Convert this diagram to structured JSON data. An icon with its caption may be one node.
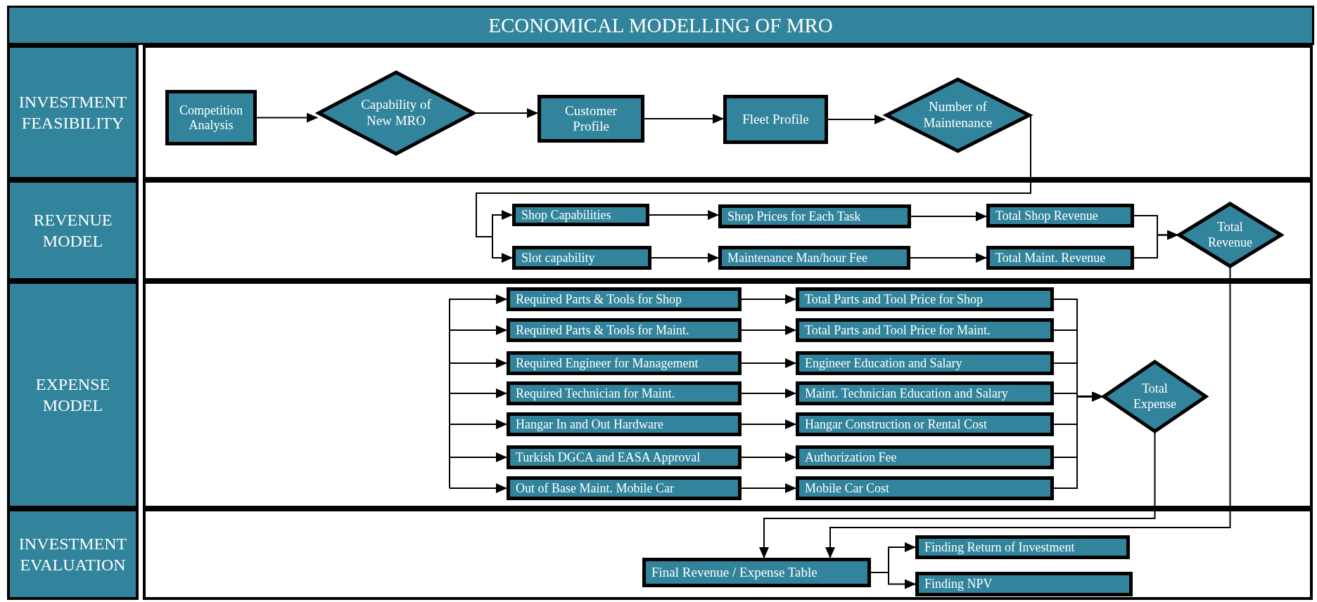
{
  "diagram": {
    "title": "ECONOMICAL MODELLING OF MRO",
    "nodes": [
      {
        "text": [
          "INVESTMENT FEASIBILITY"
        ]
      },
      {
        "text": [
          "Competition Analysis"
        ]
      },
      {
        "text": [
          "Capability of New MRO"
        ]
      },
      {
        "text": [
          "Customer Profile"
        ]
      },
      {
        "text": [
          "Fleet Profile"
        ]
      },
      {
        "text": [
          "Number of Maintenance"
        ]
      },
      {
        "text": [
          "REVENUE MODEL"
        ]
      },
      {
        "text": [
          "Shop Capabilities"
        ]
      },
      {
        "text": [
          "Shop Prices for Each Task"
        ]
      },
      {
        "text": [
          "Total Shop Revenue"
        ]
      },
      {
        "text": [
          "Slot capability"
        ]
      },
      {
        "text": [
          "Maintenance Man/hour Fee"
        ]
      },
      {
        "text": [
          "Total Maint. Revenue"
        ]
      },
      {
        "text": [
          "Total Revenue"
        ]
      },
      {
        "text": [
          "EXPENSE MODEL"
        ]
      },
      {
        "text": [
          "Required Parts & Tools for Shop"
        ]
      },
      {
        "text": [
          "Required Parts & Tools for Maint."
        ]
      },
      {
        "text": [
          "Required Engineer for Management"
        ]
      },
      {
        "text": [
          "Required Technician for Maint."
        ]
      },
      {
        "text": [
          "Hangar In and Out Hardware"
        ]
      },
      {
        "text": [
          "Turkish DGCA and EASA Approval"
        ]
      },
      {
        "text": [
          "Out of Base Maint. Mobile Car"
        ]
      },
      {
        "text": [
          "Total Parts and Tool Price for Shop"
        ]
      },
      {
        "text": [
          "Total Parts and Tool Price for Maint."
        ]
      },
      {
        "text": [
          "Engineer Education and Salary"
        ]
      },
      {
        "text": [
          "Maint. Technician Education and Salary"
        ]
      },
      {
        "text": [
          "Hangar Construction or Rental Cost"
        ]
      },
      {
        "text": [
          "Authorization Fee"
        ]
      },
      {
        "text": [
          "Mobile Car Cost"
        ]
      },
      {
        "text": [
          "Total Expense"
        ]
      },
      {
        "text": [
          "INVESTMENT EVALUATION"
        ]
      },
      {
        "text": [
          "Final Revenue / Expense Table"
        ]
      },
      {
        "text": [
          "Finding Return of Investment"
        ]
      },
      {
        "text": [
          "Finding NPV"
        ]
      }
    ],
    "edges": [
      {
        "from": 1,
        "to": 2,
        "arrow": "to"
      },
      {
        "from": 2,
        "to": 3,
        "arrow": "to"
      },
      {
        "from": 3,
        "to": 4,
        "arrow": "to"
      },
      {
        "from": 4,
        "to": 5,
        "arrow": "to"
      },
      {
        "from": 5,
        "to": 7,
        "arrow": "to"
      },
      {
        "from": 5,
        "to": 10,
        "arrow": "to"
      },
      {
        "from": 7,
        "to": 8,
        "arrow": "to"
      },
      {
        "from": 8,
        "to": 9,
        "arrow": "to"
      },
      {
        "from": 10,
        "to": 11,
        "arrow": "to"
      },
      {
        "from": 11,
        "to": 12,
        "arrow": "to"
      },
      {
        "from": 9,
        "to": 13,
        "arrow": "to"
      },
      {
        "from": 12,
        "to": 13,
        "arrow": "to"
      },
      {
        "from": null,
        "to": 15,
        "arrow": "to"
      },
      {
        "from": null,
        "to": 16,
        "arrow": "to"
      },
      {
        "from": null,
        "to": 17,
        "arrow": "to"
      },
      {
        "from": null,
        "to": 18,
        "arrow": "to"
      },
      {
        "from": null,
        "to": 19,
        "arrow": "to"
      },
      {
        "from": null,
        "to": 20,
        "arrow": "to"
      },
      {
        "from": null,
        "to": 21,
        "arrow": "to"
      },
      {
        "from": 15,
        "to": 22,
        "arrow": "to"
      },
      {
        "from": 16,
        "to": 23,
        "arrow": "to"
      },
      {
        "from": 17,
        "to": 24,
        "arrow": "to"
      },
      {
        "from": 18,
        "to": 25,
        "arrow": "to"
      },
      {
        "from": 19,
        "to": 26,
        "arrow": "to"
      },
      {
        "from": 20,
        "to": 27,
        "arrow": "to"
      },
      {
        "from": 21,
        "to": 28,
        "arrow": "to"
      },
      {
        "from": 22,
        "to": 29,
        "arrow": "to"
      },
      {
        "from": 23,
        "to": 29,
        "arrow": "to"
      },
      {
        "from": 24,
        "to": 29,
        "arrow": "to"
      },
      {
        "from": 25,
        "to": 29,
        "arrow": "to"
      },
      {
        "from": 26,
        "to": 29,
        "arrow": "to"
      },
      {
        "from": 27,
        "to": 29,
        "arrow": "to"
      },
      {
        "from": 28,
        "to": 29,
        "arrow": "to"
      },
      {
        "from": 13,
        "to": 31,
        "arrow": "to"
      },
      {
        "from": 29,
        "to": 31,
        "arrow": "to"
      },
      {
        "from": 31,
        "to": 32,
        "arrow": "to"
      },
      {
        "from": 31,
        "to": 33,
        "arrow": "to"
      }
    ]
  }
}
